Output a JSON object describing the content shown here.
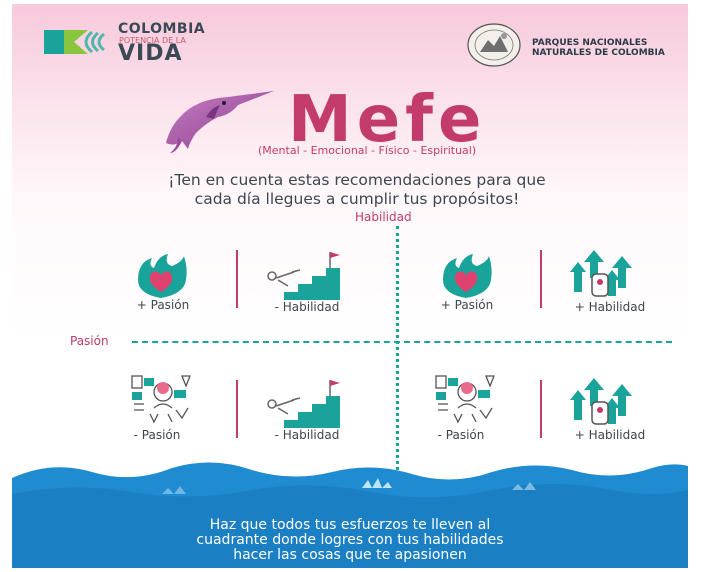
{
  "header": {
    "colombia_line1": "COLOMBIA",
    "colombia_line2": "POTENCIA DE LA",
    "colombia_line3": "VIDA",
    "parques_line1": "PARQUES NACIONALES",
    "parques_line2": "NATURALES DE COLOMBIA"
  },
  "title": {
    "main": "Mefe",
    "subtitle": "(Mental - Emocional - Físico - Espiritual)"
  },
  "intro": {
    "line1": "¡Ten en cuenta estas recomendaciones para que",
    "line2": "cada día llegues a cumplir tus propósitos!"
  },
  "axes": {
    "vertical": "Habilidad",
    "horizontal": "Pasión"
  },
  "quadrants": {
    "top_left": {
      "left": "+ Pasión",
      "right": "- Habilidad"
    },
    "top_right": {
      "left": "+ Pasión",
      "right": "+ Habilidad"
    },
    "bottom_left": {
      "left": "- Pasión",
      "right": "- Habilidad"
    },
    "bottom_right": {
      "left": "- Pasión",
      "right": "+ Habilidad"
    }
  },
  "footer": {
    "line1": "Haz que todos tus esfuerzos  te lleven al",
    "line2": "cuadrante donde logres con tus habilidades",
    "line3": "hacer las cosas que te apasionen"
  },
  "colors": {
    "magenta": "#c23b6b",
    "teal": "#1aa39a",
    "ocean": "#1b84c9",
    "text": "#3c4650"
  }
}
